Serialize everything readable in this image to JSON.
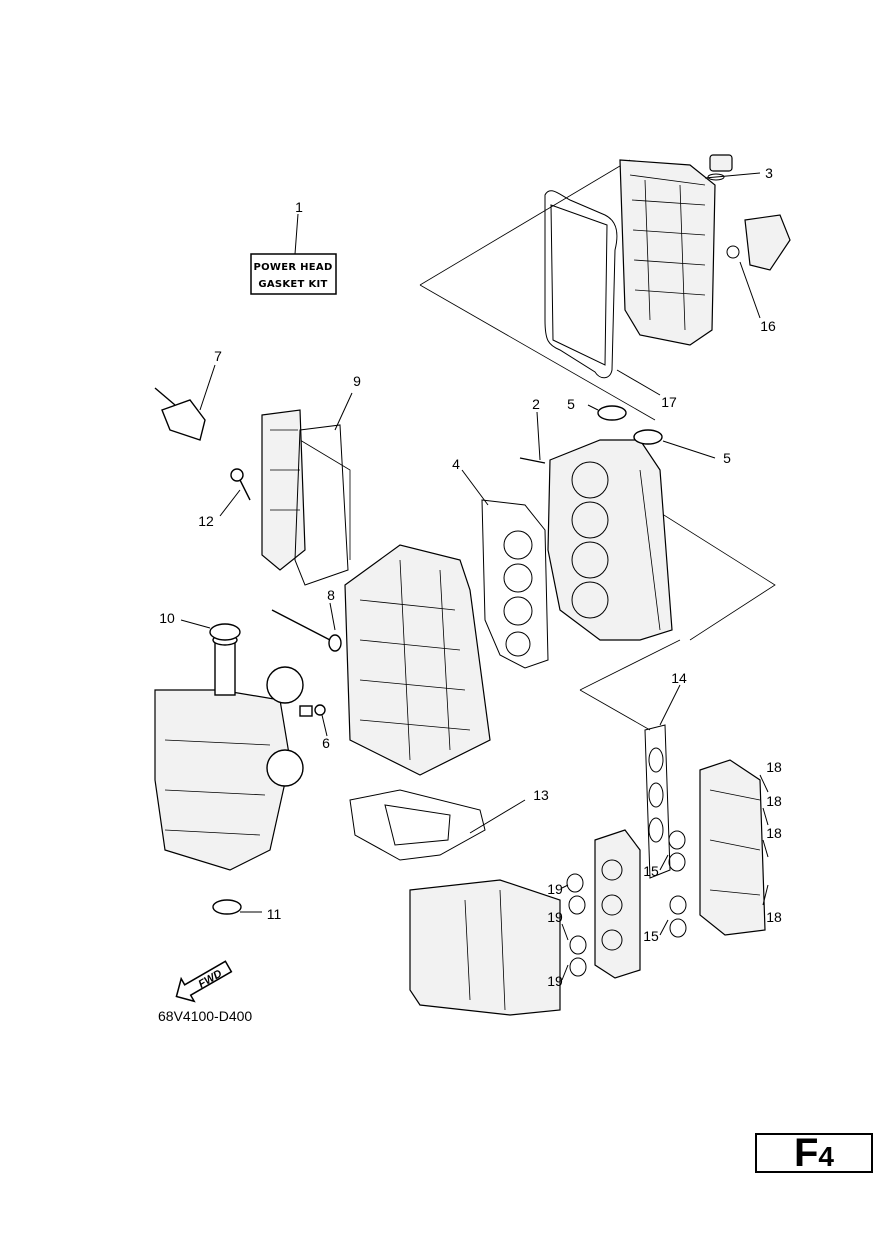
{
  "kit_label": {
    "line1": "POWER HEAD",
    "line2": "GASKET KIT"
  },
  "callouts": {
    "c1": "1",
    "c2": "2",
    "c3": "3",
    "c4": "4",
    "c5a": "5",
    "c5b": "5",
    "c6": "6",
    "c7": "7",
    "c8": "8",
    "c9": "9",
    "c10": "10",
    "c11": "11",
    "c12": "12",
    "c13": "13",
    "c14": "14",
    "c15a": "15",
    "c15b": "15",
    "c16": "16",
    "c17": "17",
    "c18a": "18",
    "c18b": "18",
    "c18c": "18",
    "c18d": "18",
    "c19a": "19",
    "c19b": "19",
    "c19c": "19"
  },
  "fwd_label": "FWD",
  "drawing_number": "68V4100-D400",
  "page_ref": {
    "letter": "F",
    "number": "4"
  }
}
